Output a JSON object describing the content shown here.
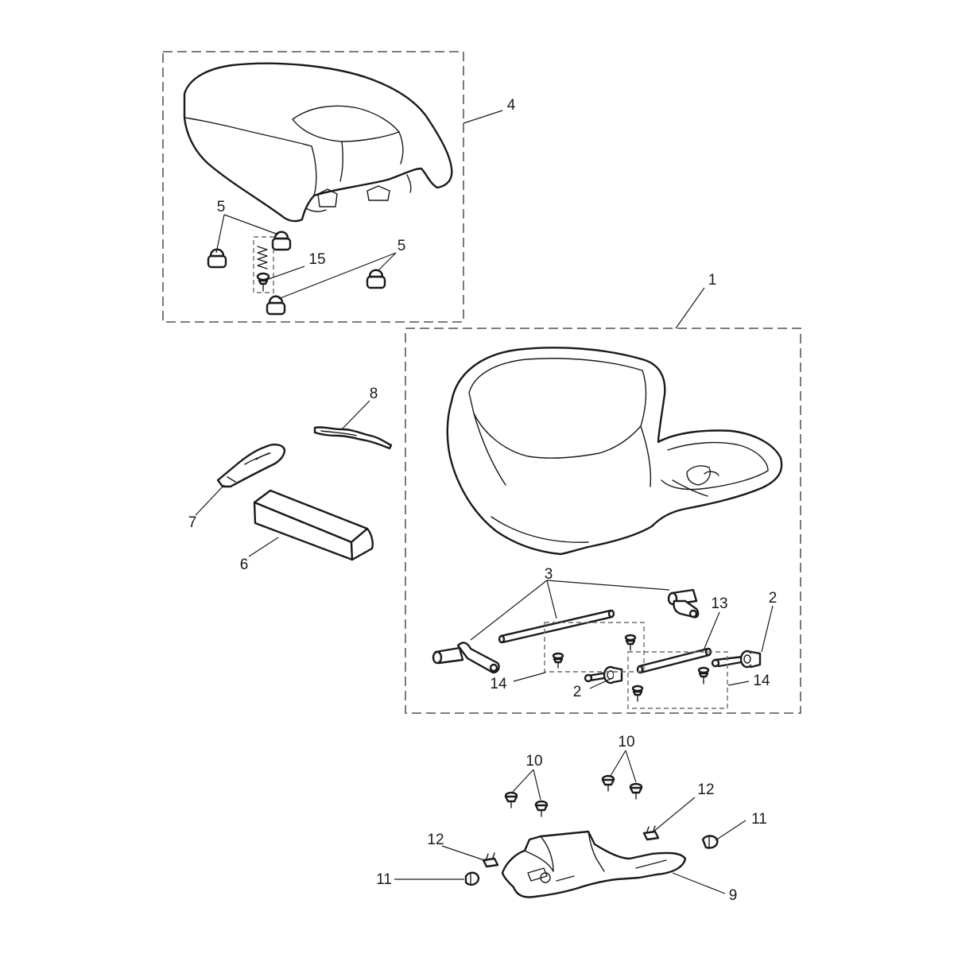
{
  "callouts": [
    "1",
    "2",
    "3",
    "4",
    "5",
    "6",
    "7",
    "8",
    "9",
    "10",
    "11",
    "12",
    "13",
    "14",
    "15"
  ],
  "colors": {
    "line": "#1a1a1a",
    "dashed_box": "#6b6b6b",
    "background": "#ffffff"
  }
}
